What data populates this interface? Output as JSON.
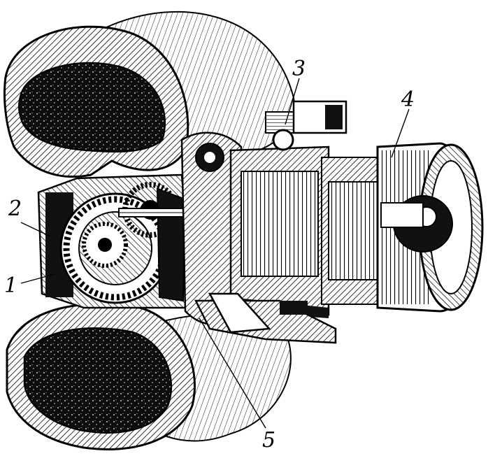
{
  "figure": {
    "callouts": [
      "1",
      "2",
      "3",
      "4",
      "5"
    ],
    "colors": {
      "ink": "#000000",
      "paper": "#ffffff"
    }
  }
}
